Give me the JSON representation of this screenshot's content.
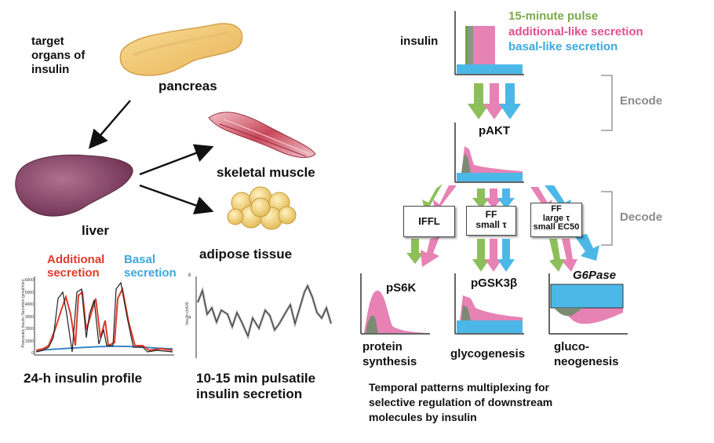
{
  "left_panel": {
    "target_organs_lines": [
      "target",
      "organs of",
      "insulin"
    ],
    "pancreas": "pancreas",
    "liver": "liver",
    "skeletal_muscle": "skeletal muscle",
    "adipose_tissue": "adipose tissue",
    "additional_secretion_lines": [
      "Additional",
      "secretion"
    ],
    "basal_secretion_lines": [
      "Basal",
      "secretion"
    ],
    "profile_24h": "24-h insulin profile",
    "pulsatile_lines": [
      "10-15 min pulsatile",
      "insulin secretion"
    ],
    "plot1_ylabel": "Pancreatic Insulin Secretion (pmol/min)",
    "plot1_yticks": [
      "6000",
      "5000",
      "4000",
      "3000",
      "2000",
      "1000",
      "0"
    ],
    "plot2_ylabel": "Insulin (mU/l)",
    "plot2_yticks": [
      "8",
      "4"
    ]
  },
  "right_panel": {
    "insulin": "insulin",
    "legend": {
      "pulse": "15-minute pulse",
      "additional": "additional-like secretion",
      "basal": "basal-like secretion"
    },
    "pakt": "pAKT",
    "encode": "Encode",
    "decode": "Decode",
    "ifl": "IFFL",
    "ff_small_lines": [
      "FF",
      "small τ"
    ],
    "ff_large_lines": [
      "FF",
      "large τ",
      "small EC50"
    ],
    "ps6k": "pS6K",
    "pgsk3b": "pGSK3β",
    "g6pase": "G6Pase",
    "protein_synthesis_lines": [
      "protein",
      "synthesis"
    ],
    "glycogenesis": "glycogenesis",
    "gluconeogenesis_lines": [
      "gluco-",
      "neogenesis"
    ],
    "caption_lines": [
      "Temporal patterns multiplexing for",
      "selective regulation of downstream",
      "molecules by insulin"
    ]
  },
  "colors": {
    "green": "#8cbf5a",
    "pink": "#e682b4",
    "blue": "#4cb8e8",
    "red": "#e03a2a",
    "organ_pancreas": "#f2c872",
    "organ_liver": "#8a4a68",
    "organ_muscle": "#c84a5a",
    "organ_adipose": "#f2d47a"
  }
}
